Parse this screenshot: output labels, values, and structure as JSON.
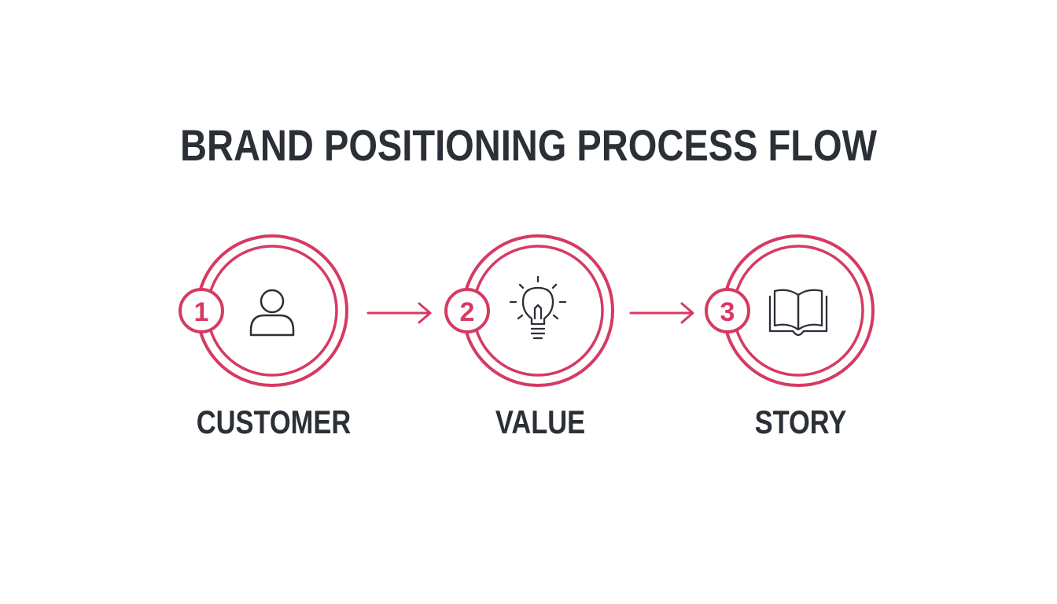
{
  "title": "BRAND POSITIONING PROCESS FLOW",
  "accent_color": "#d63a63",
  "text_color": "#2b2f36",
  "icon_color": "#2b2f36",
  "steps": [
    {
      "number": "1",
      "label": "CUSTOMER",
      "icon": "person-icon"
    },
    {
      "number": "2",
      "label": "VALUE",
      "icon": "lightbulb-icon"
    },
    {
      "number": "3",
      "label": "STORY",
      "icon": "open-book-icon"
    }
  ]
}
